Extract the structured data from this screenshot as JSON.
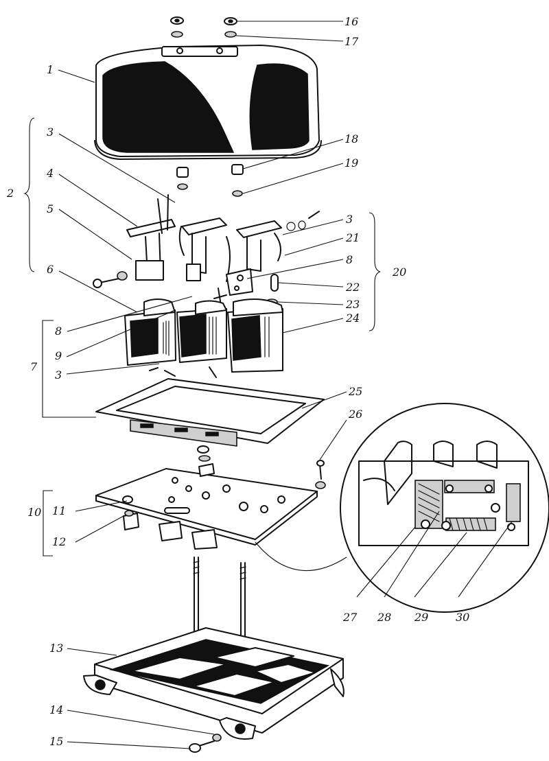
{
  "callouts": [
    {
      "id": "c1",
      "text": "1"
    },
    {
      "id": "c2",
      "text": "2"
    },
    {
      "id": "c3a",
      "text": "3"
    },
    {
      "id": "c4",
      "text": "4"
    },
    {
      "id": "c5",
      "text": "5"
    },
    {
      "id": "c6",
      "text": "6"
    },
    {
      "id": "c7",
      "text": "7"
    },
    {
      "id": "c8a",
      "text": "8"
    },
    {
      "id": "c9",
      "text": "9"
    },
    {
      "id": "c3b",
      "text": "3"
    },
    {
      "id": "c10",
      "text": "10"
    },
    {
      "id": "c11",
      "text": "11"
    },
    {
      "id": "c12",
      "text": "12"
    },
    {
      "id": "c13",
      "text": "13"
    },
    {
      "id": "c14",
      "text": "14"
    },
    {
      "id": "c15",
      "text": "15"
    },
    {
      "id": "c16",
      "text": "16"
    },
    {
      "id": "c17",
      "text": "17"
    },
    {
      "id": "c18",
      "text": "18"
    },
    {
      "id": "c19",
      "text": "19"
    },
    {
      "id": "c20",
      "text": "20"
    },
    {
      "id": "c3c",
      "text": "3"
    },
    {
      "id": "c21",
      "text": "21"
    },
    {
      "id": "c8b",
      "text": "8"
    },
    {
      "id": "c22",
      "text": "22"
    },
    {
      "id": "c23",
      "text": "23"
    },
    {
      "id": "c24",
      "text": "24"
    },
    {
      "id": "c25",
      "text": "25"
    },
    {
      "id": "c26",
      "text": "26"
    },
    {
      "id": "c27",
      "text": "27"
    },
    {
      "id": "c28",
      "text": "28"
    },
    {
      "id": "c29",
      "text": "29"
    },
    {
      "id": "c30",
      "text": "30"
    }
  ]
}
